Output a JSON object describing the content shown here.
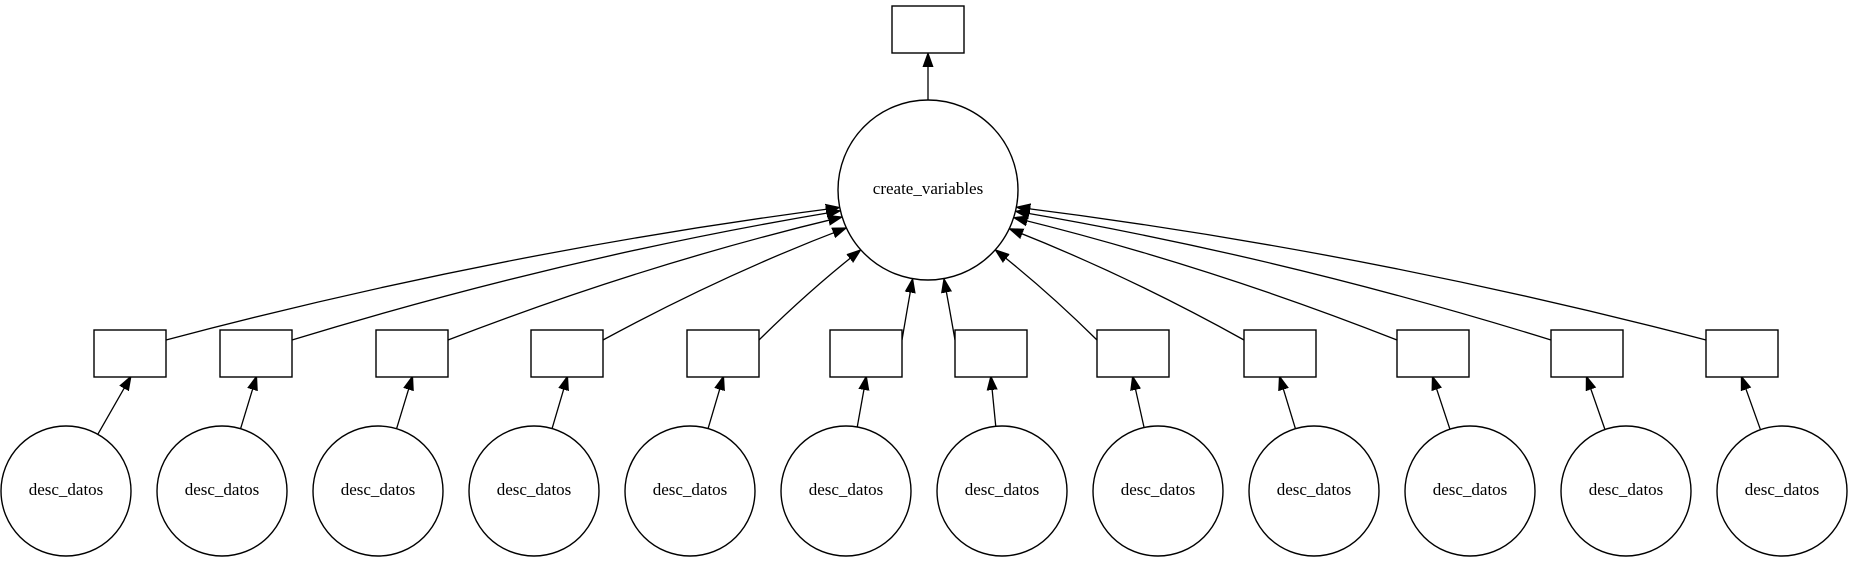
{
  "diagram": {
    "type": "task-graph",
    "root": {
      "label": "create_variables",
      "shape": "circle"
    },
    "output": {
      "label": "",
      "shape": "box"
    },
    "inputs": [
      {
        "task": "desc_datos",
        "result": ""
      },
      {
        "task": "desc_datos",
        "result": ""
      },
      {
        "task": "desc_datos",
        "result": ""
      },
      {
        "task": "desc_datos",
        "result": ""
      },
      {
        "task": "desc_datos",
        "result": ""
      },
      {
        "task": "desc_datos",
        "result": ""
      },
      {
        "task": "desc_datos",
        "result": ""
      },
      {
        "task": "desc_datos",
        "result": ""
      },
      {
        "task": "desc_datos",
        "result": ""
      },
      {
        "task": "desc_datos",
        "result": ""
      },
      {
        "task": "desc_datos",
        "result": ""
      },
      {
        "task": "desc_datos",
        "result": ""
      }
    ],
    "colors": {
      "stroke": "#000000",
      "fill": "#ffffff",
      "text": "#000000"
    }
  }
}
